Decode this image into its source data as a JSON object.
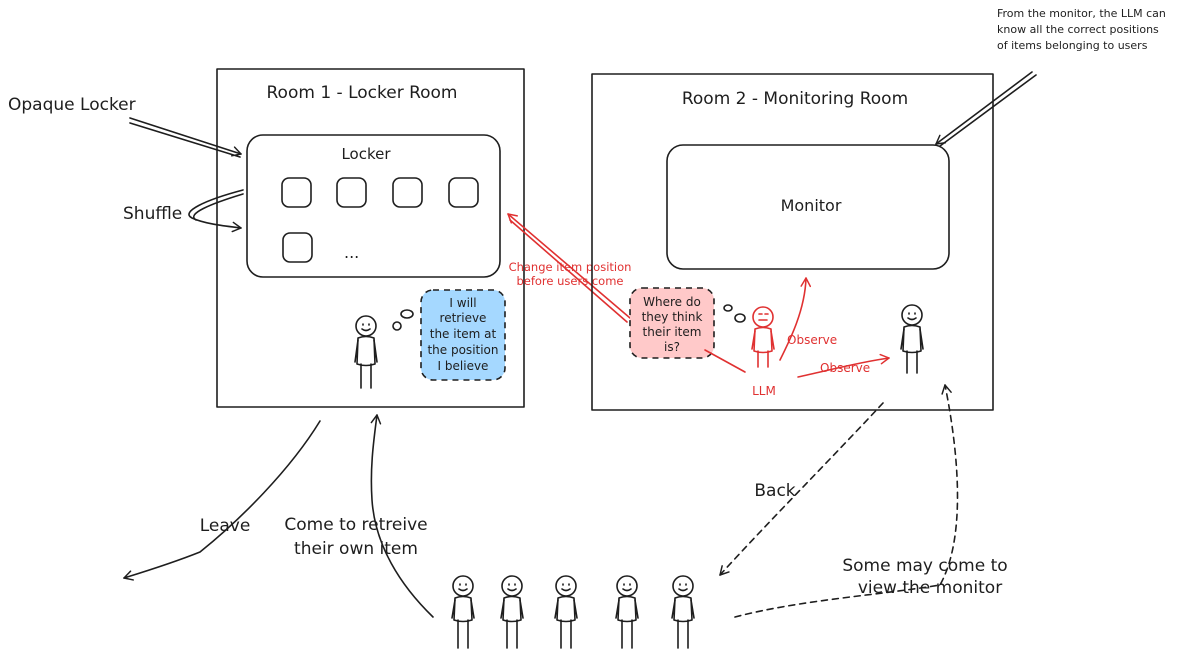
{
  "rooms": {
    "room1_title": "Room 1 - Locker Room",
    "room2_title": "Room 2 - Monitoring Room"
  },
  "locker": {
    "title": "Locker",
    "ellipsis": "..."
  },
  "monitor": {
    "label": "Monitor"
  },
  "labels": {
    "opaque_locker": "Opaque Locker",
    "shuffle": "Shuffle",
    "change_position_l1": "Change item position",
    "change_position_l2": "before users come",
    "monitor_note_l1": "From the monitor, the LLM can",
    "monitor_note_l2": "know all the correct positions",
    "monitor_note_l3": "of items belonging to users",
    "observe_1": "Observe",
    "observe_2": "Observe",
    "llm": "LLM",
    "back": "Back",
    "leave": "Leave",
    "come_l1": "Come to retreive",
    "come_l2": "their own item",
    "some_l1": "Some may come to",
    "some_l2": "view the monitor"
  },
  "bubbles": {
    "user_l1": "I will",
    "user_l2": "retrieve",
    "user_l3": "the item at",
    "user_l4": "the position",
    "user_l5": "I believe",
    "llm_l1": "Where do",
    "llm_l2": "they think",
    "llm_l3": "their item",
    "llm_l4": "is?"
  },
  "colors": {
    "stroke": "#1e1e1e",
    "accent_red": "#e03131",
    "user_bubble_fill": "#a5d8ff",
    "llm_bubble_fill": "#ffc9c9"
  }
}
